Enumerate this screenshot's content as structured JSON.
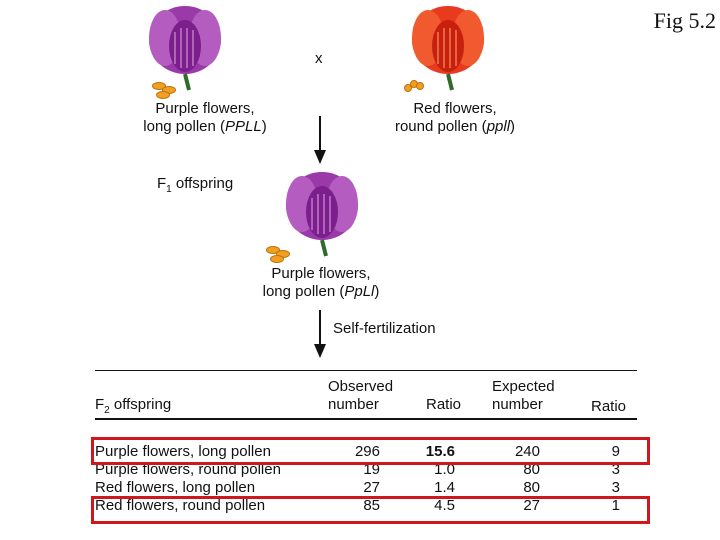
{
  "figure_label": "Fig 5.2",
  "cross_symbol": "x",
  "parents": [
    {
      "line1": "Purple flowers,",
      "line2_prefix": "long pollen (",
      "genotype": "PPLL",
      "line2_suffix": ")",
      "flower_color": "#8a2a9a",
      "pollen_shape": "long"
    },
    {
      "line1": "Red flowers,",
      "line2_prefix": "round pollen (",
      "genotype": "ppll",
      "line2_suffix": ")",
      "flower_color": "#e8301a",
      "pollen_shape": "round"
    }
  ],
  "f1": {
    "label_prefix": "F",
    "label_sub": "1",
    "label_suffix": " offspring",
    "line1": "Purple flowers,",
    "line2_prefix": "long pollen (",
    "genotype": "PpLl",
    "line2_suffix": ")",
    "flower_color": "#8a2a9a"
  },
  "self_fertilization": "Self-fertilization",
  "table": {
    "headers": {
      "col0_prefix": "F",
      "col0_sub": "2",
      "col0_suffix": " offspring",
      "observed_line1": "Observed",
      "observed_line2": "number",
      "ratio1": "Ratio",
      "expected_line1": "Expected",
      "expected_line2": "number",
      "ratio2": "Ratio"
    },
    "rows": [
      {
        "phenotype": "Purple flowers, long pollen",
        "observed": "296",
        "obs_ratio": "15.6",
        "expected": "240",
        "exp_ratio": "9",
        "highlighted": true
      },
      {
        "phenotype": "Purple flowers, round pollen",
        "observed": "19",
        "obs_ratio": "1.0",
        "expected": "80",
        "exp_ratio": "3",
        "highlighted": false
      },
      {
        "phenotype": "Red flowers, long pollen",
        "observed": "27",
        "obs_ratio": "1.4",
        "expected": "80",
        "exp_ratio": "3",
        "highlighted": false
      },
      {
        "phenotype": "Red flowers, round pollen",
        "observed": "85",
        "obs_ratio": "4.5",
        "expected": "27",
        "exp_ratio": "1",
        "highlighted": true
      }
    ],
    "highlight_color": "#d0171b"
  }
}
